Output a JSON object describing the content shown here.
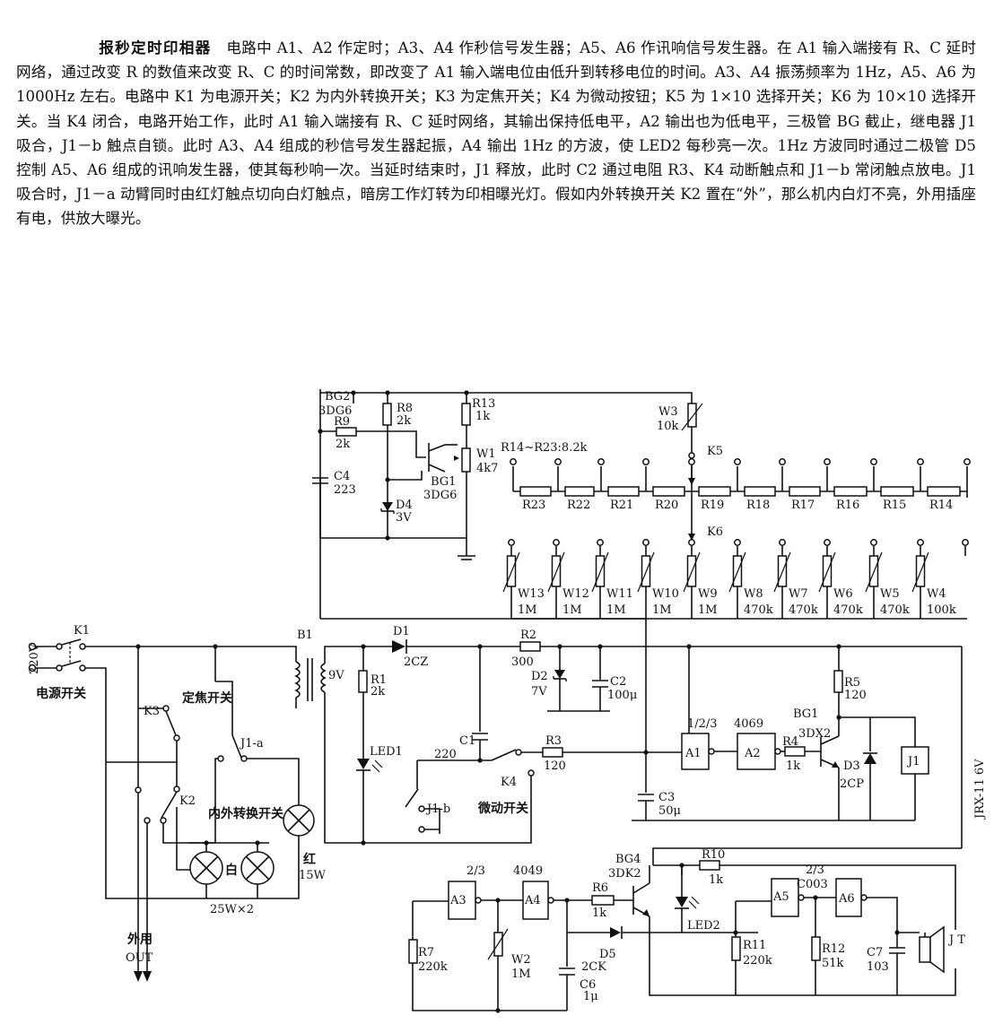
{
  "description": {
    "title": "报秒定时印相器",
    "text": "电路中 A1、A2 作定时；A3、A4 作秒信号发生器；A5、A6 作讯响信号发生器。在 A1 输入端接有 R、C 延时网络，通过改变 R 的数值来改变 R、C 的时间常数，即改变了 A1 输入端电位由低升到转移电位的时间。A3、A4 振荡频率为 1Hz，A5、A6 为 1000Hz 左右。电路中 K1 为电源开关；K2 为内外转换开关；K3 为定焦开关；K4 为微动按钮；K5 为 1×10 选择开关；K6 为 10×10 选择开关。当 K4 闭合，电路开始工作，此时 A1 输入端接有 R、C 延时网络，其输出保持低电平，A2 输出也为低电平，三极管 BG 截止，继电器 J1 吸合，J1－b 触点自锁。此时 A3、A4 组成的秒信号发生器起振，A4 输出 1Hz 的方波，使 LED2 每秒亮一次。1Hz 方波同时通过二极管 D5 控制 A5、A6 组成的讯响发生器，使其每秒响一次。当延时结束时，J1 释放，此时 C2 通过电阻 R3、K4 动断触点和 J1－b 常闭触点放电。J1 吸合时，J1－a 动臂同时由红灯触点切向白灯触点，暗房工作灯转为印相曝光灯。假如内外转换开关 K2 置在“外”，那么机内白灯不亮，外用插座有电，供放大曝光。"
  },
  "schematic": {
    "labels": {
      "bg2": "BG2",
      "bg2_type": "3DG6",
      "r8": "R8",
      "r8_val": "2k",
      "r13": "R13",
      "r13_val": "1k",
      "w3": "W3",
      "w3_val": "10k",
      "r9": "R9",
      "r9_val": "2k",
      "c4": "C4",
      "c4_val": "223",
      "d4": "D4",
      "d4_val": "3V",
      "bg1_top": "BG1",
      "bg1_top_type": "3DG6",
      "w1": "W1",
      "w1_val": "4k7",
      "r14_23": "R14~R23:8.2k",
      "k5": "K5",
      "k6": "K6",
      "r_chain": [
        "R23",
        "R22",
        "R21",
        "R20",
        "R19",
        "R18",
        "R17",
        "R16",
        "R15",
        "R14"
      ],
      "w_chain": [
        {
          "name": "W13",
          "val": "1M"
        },
        {
          "name": "W12",
          "val": "1M"
        },
        {
          "name": "W11",
          "val": "1M"
        },
        {
          "name": "W10",
          "val": "1M"
        },
        {
          "name": "W9",
          "val": "1M"
        },
        {
          "name": "W8",
          "val": "470k"
        },
        {
          "name": "W7",
          "val": "470k"
        },
        {
          "name": "W6",
          "val": "470k"
        },
        {
          "name": "W5",
          "val": "470k"
        },
        {
          "name": "W4",
          "val": "100k"
        }
      ],
      "v220": "220V",
      "k1": "K1",
      "power_switch": "电源开关",
      "b1": "B1",
      "v9": "9V",
      "d1": "D1",
      "d1_type": "2CZ",
      "r1": "R1",
      "r1_val": "2k",
      "r2": "R2",
      "r2_val": "300",
      "d2": "D2",
      "d2_val": "7V",
      "c2": "C2",
      "c2_val": "100μ",
      "k3": "K3",
      "focus_switch": "定焦开关",
      "j1a": "J1-a",
      "k2": "K2",
      "in_out_switch": "内外转换开关",
      "red": "红",
      "red_w": "15W",
      "white": "白",
      "white_w": "25W×2",
      "external": "外用",
      "out": "OUT",
      "led1": "LED1",
      "c1": "C1",
      "c1_val": "220",
      "r3": "R3",
      "r3_val": "120",
      "k4": "K4",
      "j1b": "J1-b",
      "micro_switch": "微动开关",
      "c3": "C3",
      "c3_val": "50μ",
      "ic_a1_frac": "1/2/3",
      "ic_4069": "4069",
      "a1": "A1",
      "a2": "A2",
      "r4": "R4",
      "r4_val": "1k",
      "bg1": "BG1",
      "bg1_type": "3DX2",
      "r5": "R5",
      "r5_val": "120",
      "d3": "D3",
      "d3_type": "2CP",
      "j1": "J1",
      "relay": "JRX-11  6V",
      "ic_a3_frac": "2/3",
      "ic_4049": "4049",
      "a3": "A3",
      "a4": "A4",
      "r7": "R7",
      "r7_val": "220k",
      "w2": "W2",
      "w2_val": "1M",
      "r6": "R6",
      "r6_val": "1k",
      "d5": "D5",
      "d5_type": "2CK",
      "c6": "C6",
      "c6_val": "1μ",
      "bg4": "BG4",
      "bg4_type": "3DK2",
      "led2": "LED2",
      "r10": "R10",
      "r10_val": "1k",
      "a5": "A5",
      "a6": "A6",
      "ic_a5_frac": "2/3",
      "ic_c003": "C003",
      "r11": "R11",
      "r11_val": "220k",
      "r12": "R12",
      "r12_val": "51k",
      "c7": "C7",
      "c7_val": "103",
      "jt": "J T"
    }
  }
}
